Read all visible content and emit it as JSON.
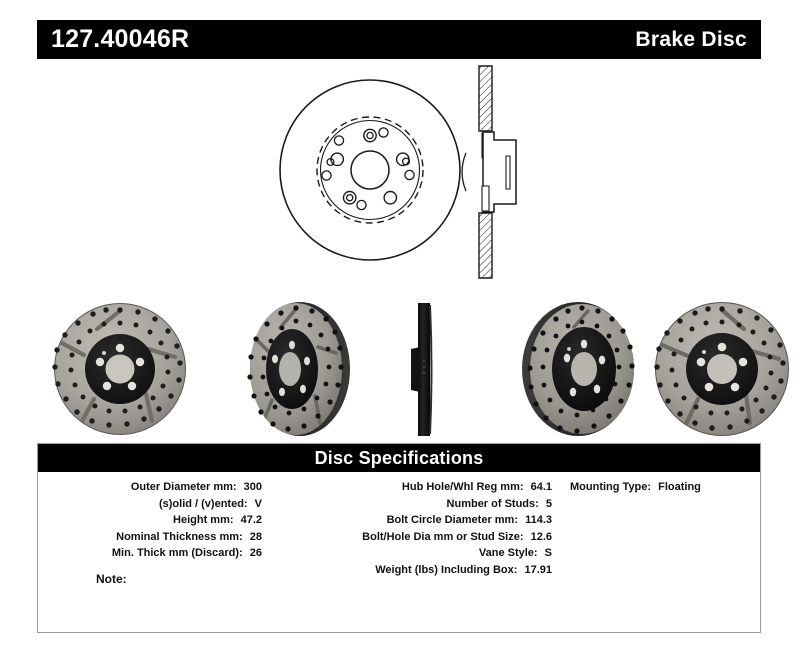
{
  "header": {
    "part_number": "127.40046R",
    "product_type": "Brake Disc"
  },
  "drawings": {
    "front_view_name": "rotor-front-view-line-drawing",
    "section_view_name": "rotor-cross-section-line-drawing"
  },
  "photos": [
    {
      "name": "rotor-photo-front-angled-left",
      "caption": ""
    },
    {
      "name": "rotor-photo-three-quarter-left",
      "caption": ""
    },
    {
      "name": "rotor-photo-edge-on",
      "caption": ""
    },
    {
      "name": "rotor-photo-three-quarter-right",
      "caption": ""
    },
    {
      "name": "rotor-photo-front-angled-right",
      "caption": ""
    }
  ],
  "specifications": {
    "title": "Disc Specifications",
    "left_column": [
      {
        "label": "Outer Diameter mm:",
        "value": "300"
      },
      {
        "label": "(s)olid / (v)ented:",
        "value": "V"
      },
      {
        "label": "Height mm:",
        "value": "47.2"
      },
      {
        "label": "Nominal Thickness mm:",
        "value": "28"
      },
      {
        "label": "Min. Thick mm (Discard):",
        "value": "26"
      }
    ],
    "center_column": [
      {
        "label": "Hub Hole/Whl Reg mm:",
        "value": "64.1"
      },
      {
        "label": "Number of Studs:",
        "value": "5"
      },
      {
        "label": "Bolt Circle Diameter mm:",
        "value": "114.3"
      },
      {
        "label": "Bolt/Hole Dia mm or Stud Size:",
        "value": "12.6"
      },
      {
        "label": "Vane Style:",
        "value": "S"
      },
      {
        "label": "Weight (lbs) Including Box:",
        "value": "17.91"
      }
    ],
    "right_column": [
      {
        "label": "Mounting Type:",
        "value": "Floating"
      }
    ],
    "note_label": "Note:",
    "note_value": ""
  },
  "colors": {
    "bar_background": "#000000",
    "bar_text": "#ffffff",
    "panel_border": "#9a9a9a",
    "spec_text": "#111111",
    "rotor_face": "#a8a5a0",
    "rotor_hub": "#191919",
    "page_background": "#ffffff"
  }
}
